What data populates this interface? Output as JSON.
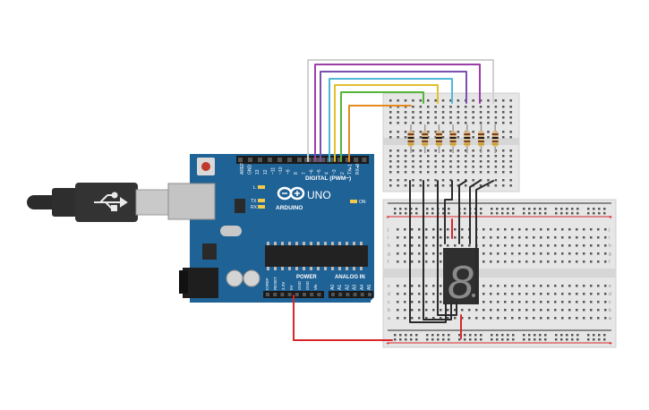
{
  "board": {
    "logo_text": "ARDUINO",
    "model": "UNO",
    "digital_label": "DIGITAL (PWM~)",
    "power_label": "POWER",
    "analog_label": "ANALOG IN",
    "led_on": "ON",
    "led_l": "L",
    "led_tx": "TX",
    "led_rx": "RX",
    "digital_pins": [
      "AREF",
      "GND",
      "13",
      "12",
      "~11",
      "~10",
      "~9",
      "8",
      "7",
      "~6",
      "~5",
      "4",
      "~3",
      "2",
      "TX▸1",
      "RX◂0"
    ],
    "power_pins": [
      "IOREF",
      "RESET",
      "3.3V",
      "5V",
      "GND",
      "GND",
      "Vin"
    ],
    "analog_pins": [
      "A0",
      "A1",
      "A2",
      "A3",
      "A4",
      "A5"
    ]
  },
  "display": {
    "digit": "8"
  },
  "breadboard": {
    "row_letters_top": [
      "j",
      "i",
      "h",
      "g",
      "f"
    ],
    "row_letters_bottom": [
      "e",
      "d",
      "c",
      "b",
      "a"
    ],
    "rail_plus": "+",
    "rail_minus": "-"
  },
  "colors": {
    "board_blue": "#1f6296",
    "wire_purple": "#9b3ea8",
    "wire_violet": "#7b4fb0",
    "wire_cyan": "#4fb8d8",
    "wire_yellow": "#e2c02a",
    "wire_green": "#55b53a",
    "wire_orange": "#e58a1f",
    "wire_red": "#d8262a",
    "wire_black": "#2a2a2a"
  }
}
